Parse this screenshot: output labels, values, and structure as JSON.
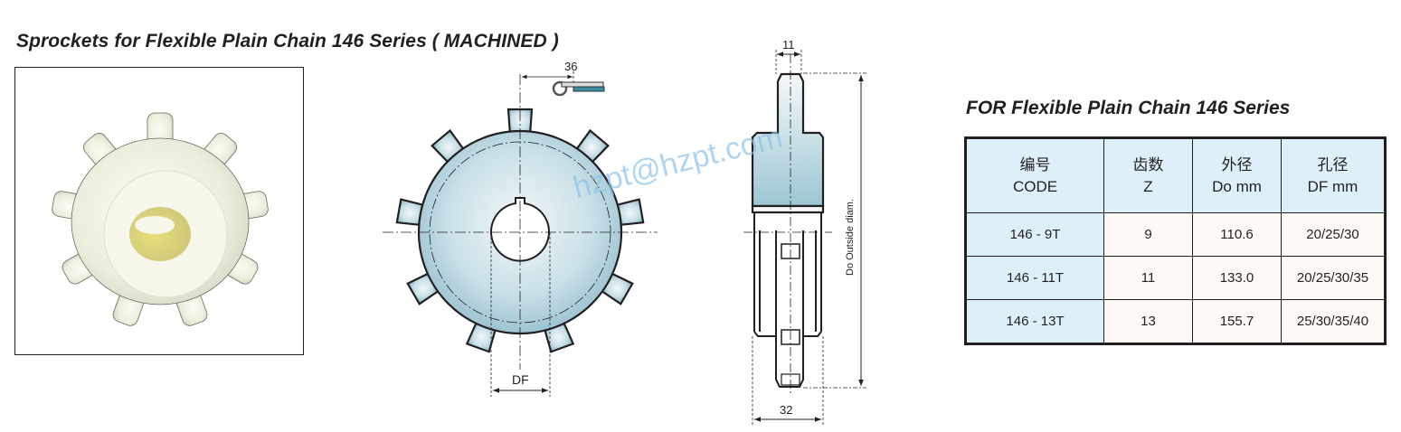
{
  "page": {
    "title": "Sprockets for Flexible Plain Chain 146 Series ( MACHINED )"
  },
  "photo": {
    "icon": "white-nylon-sprocket-photo"
  },
  "drawing": {
    "front_view": {
      "pitch_dimension": "36",
      "bore_label": "DF",
      "teeth_count_drawn": 9,
      "fill_color": "#a9cfdb"
    },
    "side_view": {
      "tooth_width": "11",
      "hub_width": "32",
      "diameter_label": "Do  Outside diam."
    },
    "watermark": "hzpt@hzpt.com"
  },
  "table": {
    "title": "FOR Flexible Plain Chain 146 Series",
    "headers": [
      {
        "zh": "编号",
        "en": "CODE"
      },
      {
        "zh": "齿数",
        "en": "Z"
      },
      {
        "zh": "外径",
        "en": "Do mm"
      },
      {
        "zh": "孔径",
        "en": "DF mm"
      }
    ],
    "rows": [
      {
        "code": "146 - 9T",
        "z": "9",
        "do": "110.6",
        "df": "20/25/30"
      },
      {
        "code": "146 - 11T",
        "z": "11",
        "do": "133.0",
        "df": "20/25/30/35"
      },
      {
        "code": "146 - 13T",
        "z": "13",
        "do": "155.7",
        "df": "25/30/35/40"
      }
    ],
    "colors": {
      "header_bg": "#ddf0fa",
      "cell_bg": "#fdfaf5",
      "border": "#231f20"
    }
  }
}
